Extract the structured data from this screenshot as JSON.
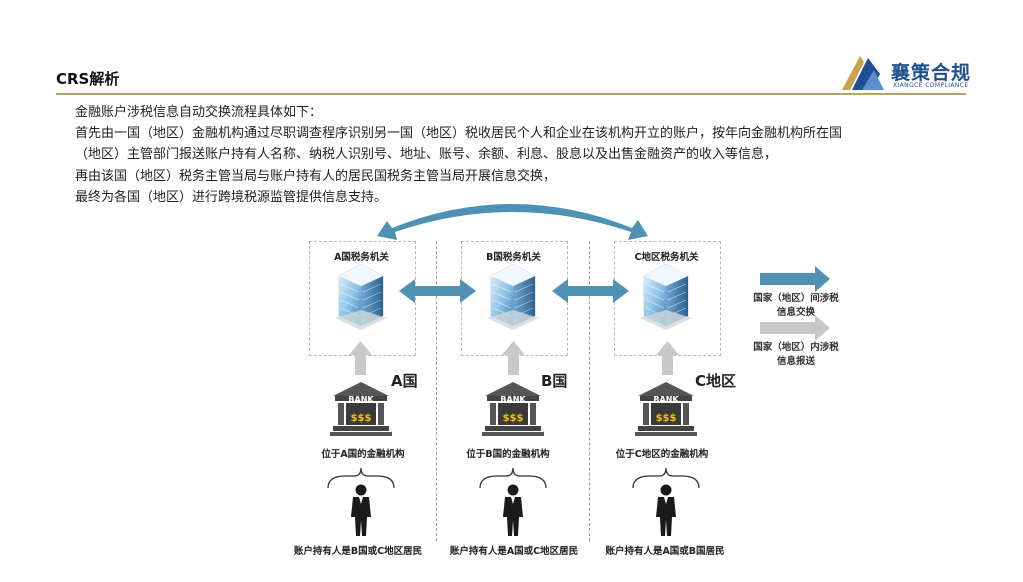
{
  "header": {
    "title": "CRS解析",
    "logo_text": "襄策合规",
    "logo_subtext": "XIANGCE COMPLIANCE"
  },
  "intro": {
    "lines": [
      "金融账户涉税信息自动交换流程具体如下：",
      "首先由一国（地区）金融机构通过尽职调查程序识别另一国（地区）税收居民个人和企业在该机构开立的账户，按年向金融机构所在国",
      "（地区）主管部门报送账户持有人名称、纳税人识别号、地址、账号、余额、利息、股息以及出售金融资产的收入等信息，",
      "再由该国（地区）税务主管当局与账户持有人的居民国税务主管当局开展信息交换，",
      "最终为各国（地区）进行跨境税源监管提供信息支持。"
    ]
  },
  "diagram": {
    "authorities": [
      "A国税务机关",
      "B国税务机关",
      "C地区税务机关"
    ],
    "regions": [
      "A国",
      "B国",
      "C地区"
    ],
    "bank_sign": "BANK",
    "bank_money": "$$$",
    "institutions": [
      "位于A国的金融机构",
      "位于B国的金融机构",
      "位于C地区的金融机构"
    ],
    "holders": [
      "账户持有人是B国或C地区居民",
      "账户持有人是A国或C地区居民",
      "账户持有人是A国或B国居民"
    ],
    "legend": {
      "exchange": "国家（地区）间涉税信息交换",
      "report": "国家（地区）内涉税信息报送"
    }
  },
  "colors": {
    "exchange_arrow": "#4f91b3",
    "report_arrow": "#c8c8c8",
    "rule": "#b8a06a",
    "logo": "#1d4f91"
  }
}
